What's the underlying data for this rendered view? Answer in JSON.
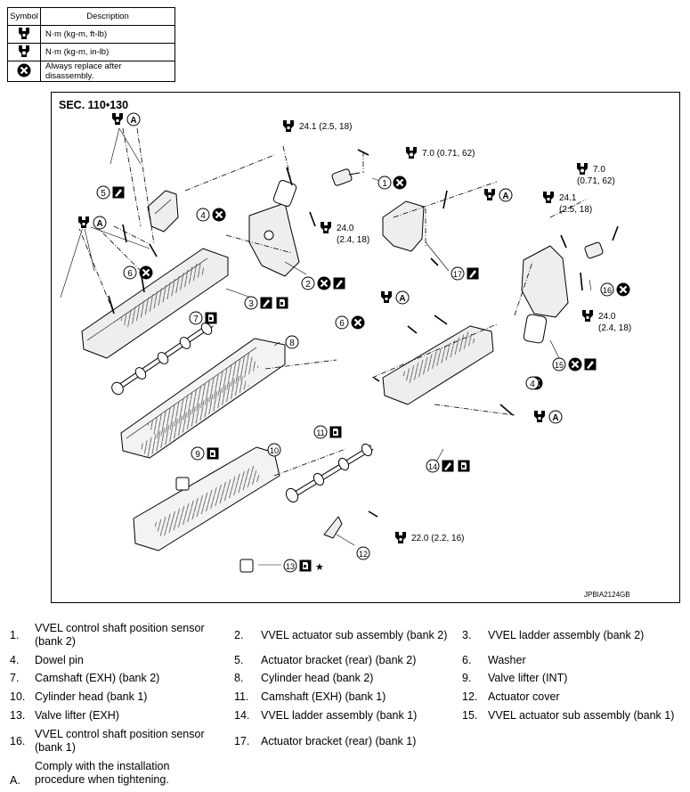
{
  "symbol_table": {
    "header_symbol": "Symbol",
    "header_description": "Description",
    "rows": [
      {
        "icon": "torque-wrench-icon",
        "description": "N·m (kg-m, ft-lb)"
      },
      {
        "icon": "torque-wrench-small-icon",
        "description": "N·m (kg-m, in-lb)"
      },
      {
        "icon": "always-replace-icon",
        "description": "Always replace after disassembly."
      }
    ]
  },
  "diagram": {
    "section": "SEC. 110•130",
    "code": "JPBIA2124GB",
    "torque": {
      "t1": "24.1 (2.5, 18)",
      "t2": "7.0 (0.71, 62)",
      "t3a": "24.0",
      "t3b": "(2.4, 18)",
      "t4a": "7.0",
      "t4b": "(0.71, 62)",
      "t5a": "24.1",
      "t5b": "(2.5, 18)",
      "t6a": "24.0",
      "t6b": "(2.4, 18)",
      "t7": "22.0 (2.2, 16)"
    },
    "callout_numbers": [
      "1",
      "2",
      "3",
      "4",
      "5",
      "6",
      "7",
      "8",
      "9",
      "10",
      "11",
      "12",
      "13",
      "14",
      "15",
      "16",
      "17"
    ],
    "a_mark": "A",
    "star_mark": "★"
  },
  "legend": [
    {
      "num": "1.",
      "text": "VVEL control shaft position sensor (bank 2)"
    },
    {
      "num": "2.",
      "text": "VVEL actuator sub assembly (bank 2)"
    },
    {
      "num": "3.",
      "text": "VVEL ladder assembly (bank 2)"
    },
    {
      "num": "4.",
      "text": "Dowel pin"
    },
    {
      "num": "5.",
      "text": "Actuator bracket (rear) (bank 2)"
    },
    {
      "num": "6.",
      "text": "Washer"
    },
    {
      "num": "7.",
      "text": "Camshaft (EXH) (bank 2)"
    },
    {
      "num": "8.",
      "text": "Cylinder head (bank 2)"
    },
    {
      "num": "9.",
      "text": "Valve lifter (INT)"
    },
    {
      "num": "10.",
      "text": "Cylinder head (bank 1)"
    },
    {
      "num": "11.",
      "text": "Camshaft (EXH) (bank 1)"
    },
    {
      "num": "12.",
      "text": "Actuator cover"
    },
    {
      "num": "13.",
      "text": "Valve lifter (EXH)"
    },
    {
      "num": "14.",
      "text": "VVEL ladder assembly (bank 1)"
    },
    {
      "num": "15.",
      "text": "VVEL actuator sub assembly (bank 1)"
    },
    {
      "num": "16.",
      "text": "VVEL control shaft position sensor (bank 1)"
    },
    {
      "num": "17.",
      "text": "Actuator bracket (rear) (bank 1)"
    },
    {
      "num": "A.",
      "text": "Comply with the installation procedure when tightening."
    }
  ]
}
